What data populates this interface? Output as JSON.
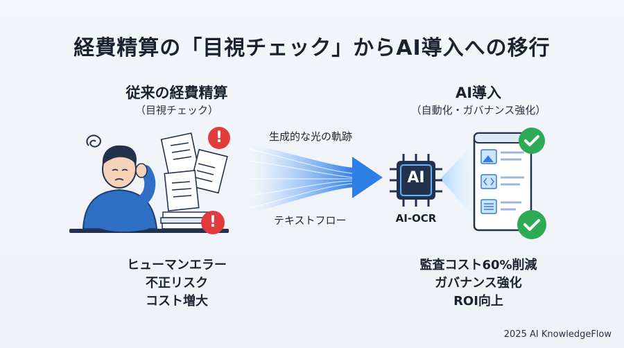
{
  "title": "経費精算の「目視チェック」からAI導入への移行",
  "left": {
    "heading": "従来の経費精算",
    "subheading": "（目視チェック）",
    "issues": [
      "ヒューマンエラー",
      "不正リスク",
      "コスト増大"
    ],
    "alert_glyph": "!"
  },
  "flow": {
    "top_label": "生成的な光の軌跡",
    "bottom_label": "テキストフロー"
  },
  "chip": {
    "text": "AI",
    "caption": "AI-OCR"
  },
  "right": {
    "heading": "AI導入",
    "subheading": "（自動化・ガバナンス強化）",
    "benefits": [
      "監査コスト60%削減",
      "ガバナンス強化",
      "ROI向上"
    ]
  },
  "footer": "2025 AI KnowledgeFlow",
  "colors": {
    "alert_red": "#e23b3b",
    "check_green": "#2eaa55",
    "flow_blue": "#2f7ee6",
    "chip_navy": "#23314d",
    "person_blue": "#2f6fc4"
  }
}
